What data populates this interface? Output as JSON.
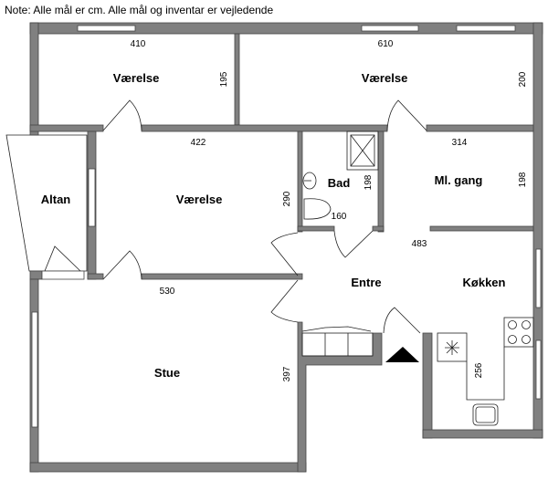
{
  "note": "Note: Alle mål er cm. Alle mål og inventar er vejledende",
  "rooms": {
    "room_top_left": {
      "label": "Værelse",
      "width": "410",
      "depth": "195"
    },
    "room_top_right": {
      "label": "Værelse",
      "width": "610",
      "depth": "200"
    },
    "room_middle": {
      "label": "Værelse",
      "width": "422",
      "depth": "290"
    },
    "balcony": {
      "label": "Altan"
    },
    "bath": {
      "label": "Bad",
      "width": "160",
      "depth": "198"
    },
    "hall_small": {
      "label": "Ml. gang",
      "width": "314",
      "depth": "198"
    },
    "entrance": {
      "label": "Entre",
      "width": "483"
    },
    "kitchen": {
      "label": "Køkken",
      "depth": "256"
    },
    "living": {
      "label": "Stue",
      "width": "530",
      "depth": "397"
    }
  },
  "colors": {
    "wall": "#808080",
    "line": "#222222"
  }
}
